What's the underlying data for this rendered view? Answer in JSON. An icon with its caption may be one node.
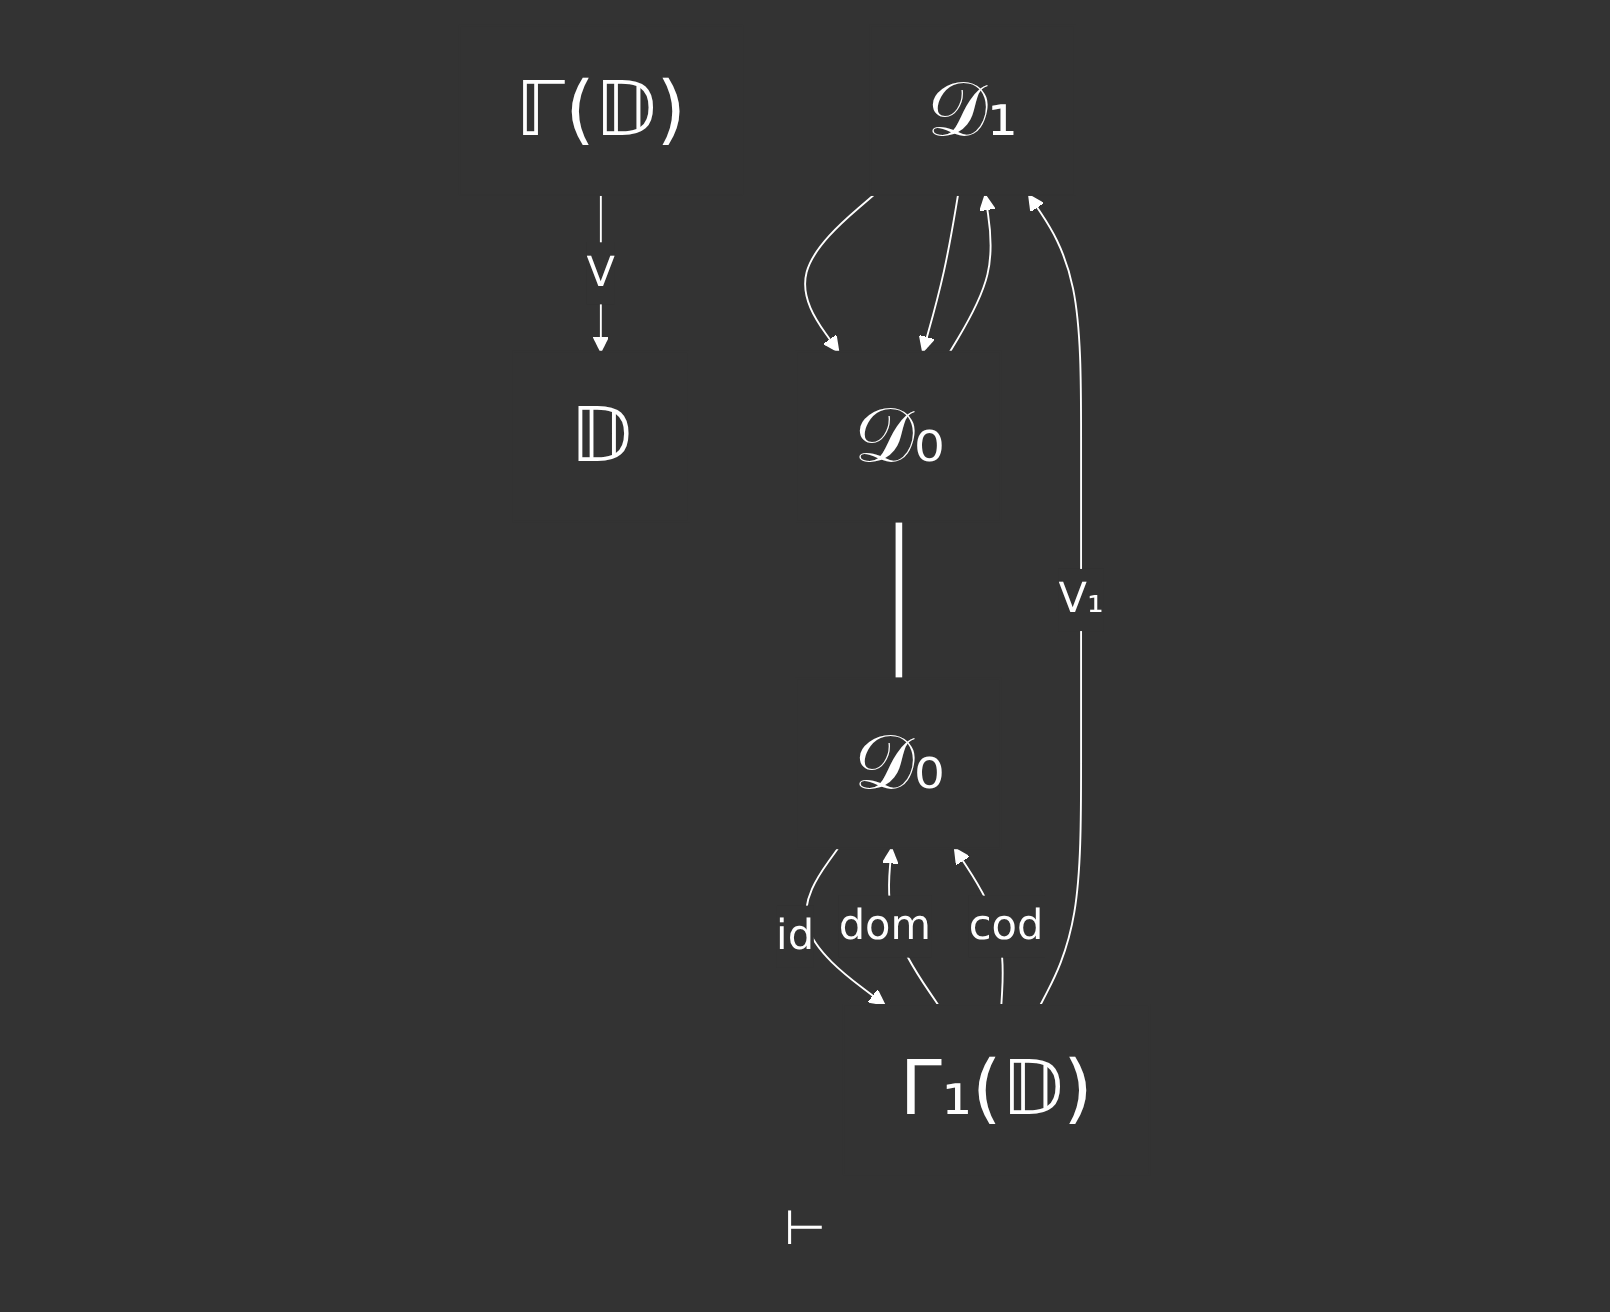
{
  "diagram": {
    "nodes": [
      {
        "text": [
          "𝔻"
        ]
      },
      {
        "text": [
          "ℾ(𝔻)"
        ]
      },
      {
        "text": [
          "𝒟₁"
        ]
      },
      {
        "text": [
          "Γ₁(𝔻)"
        ]
      },
      {
        "text": [
          "𝒟₀"
        ]
      },
      {
        "text": [
          "𝒟₀"
        ]
      }
    ],
    "edges": [
      {
        "from": 1,
        "to": 0,
        "arrow": "to",
        "label": "V"
      },
      {
        "from": 3,
        "to": 2,
        "arrow": "to",
        "label": "V₁"
      },
      {
        "from": 2,
        "to": 4,
        "arrow": "to"
      },
      {
        "from": 4,
        "to": 2,
        "arrow": "to"
      },
      {
        "from": 2,
        "to": 4,
        "arrow": "to"
      },
      {
        "from": 3,
        "to": 5,
        "arrow": "to",
        "label": "dom"
      },
      {
        "from": 5,
        "to": 3,
        "arrow": "to",
        "label": "id"
      },
      {
        "from": 3,
        "to": 5,
        "arrow": "to",
        "label": "cod"
      },
      {
        "from": 4,
        "to": 5,
        "arrow": "none",
        "style": "thick"
      }
    ],
    "labels": [
      "⊢"
    ]
  }
}
